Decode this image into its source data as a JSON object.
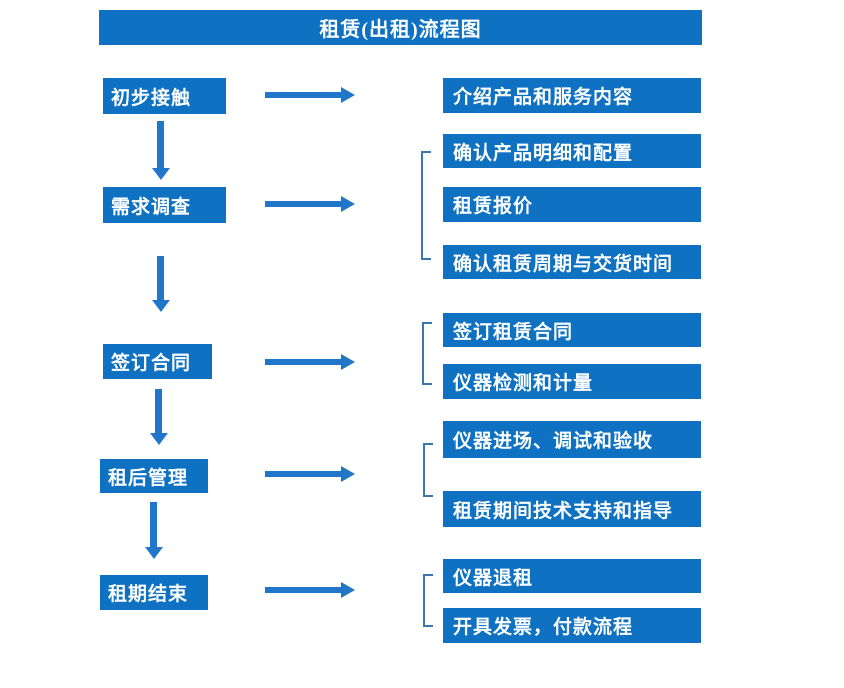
{
  "title": "租赁(出租)流程图",
  "colors": {
    "box_blue": "#0e71c1",
    "arrow_blue": "#2077ca",
    "bracket_blue": "#3a76b0",
    "text_white": "#ffffff"
  },
  "steps": [
    {
      "label": "初步接触",
      "outputs": [
        "介绍产品和服务内容"
      ]
    },
    {
      "label": "需求调查",
      "outputs": [
        "确认产品明细和配置",
        "租赁报价",
        "确认租赁周期与交货时间"
      ]
    },
    {
      "label": "签订合同",
      "outputs": [
        "签订租赁合同",
        "仪器检测和计量"
      ]
    },
    {
      "label": "租后管理",
      "outputs": [
        "仪器进场、调试和验收",
        "租赁期间技术支持和指导"
      ]
    },
    {
      "label": "租期结束",
      "outputs": [
        "仪器退租",
        "开具发票，付款流程"
      ]
    }
  ]
}
